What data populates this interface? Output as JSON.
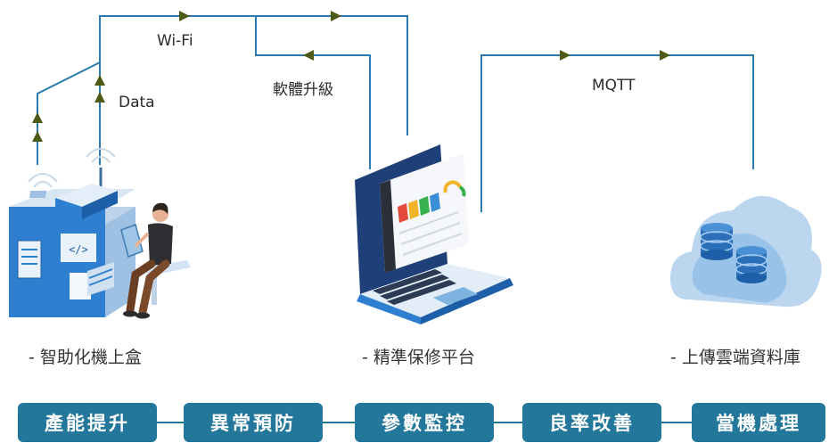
{
  "connections": {
    "wifi": "Wi-Fi",
    "data": "Data",
    "firmware_update": "軟體升級",
    "mqtt": "MQTT"
  },
  "nodes": {
    "smart_box": "- 智助化機上盒",
    "maintenance_platform": "- 精準保修平台",
    "cloud_database": "- 上傳雲端資料庫"
  },
  "benefits": [
    "產能提升",
    "異常預防",
    "參數監控",
    "良率改善",
    "當機處理"
  ],
  "colors": {
    "line": "#2a7ab0",
    "arrow": "#4e5b16",
    "pill": "#23779a",
    "device_blue": "#2f7fd0"
  },
  "icons": [
    "machine-icon",
    "set-top-box-icon",
    "wifi-signal-icon",
    "operator-person-icon",
    "laptop-icon",
    "cloud-database-icon"
  ]
}
